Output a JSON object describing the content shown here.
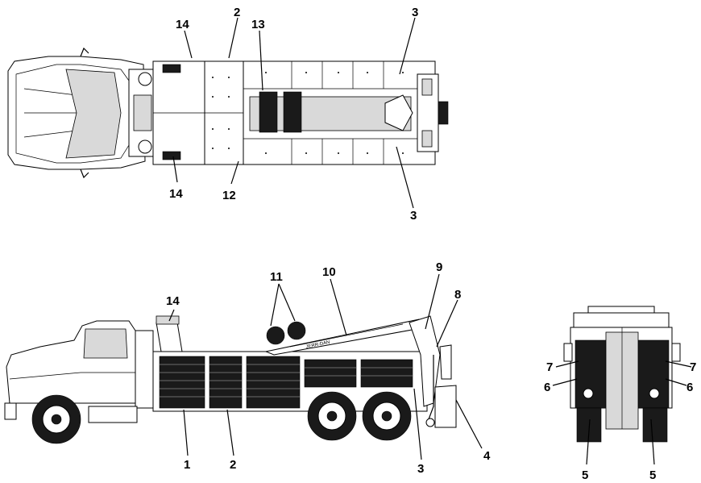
{
  "callouts": {
    "top_14_upper": "14",
    "top_2": "2",
    "top_13": "13",
    "top_3_upper": "3",
    "top_14_lower": "14",
    "top_12": "12",
    "top_3_lower": "3",
    "side_14": "14",
    "side_11": "11",
    "side_10": "10",
    "side_9": "9",
    "side_8": "8",
    "side_1": "1",
    "side_2": "2",
    "side_3": "3",
    "side_4": "4",
    "rear_7_left": "7",
    "rear_7_right": "7",
    "rear_6_left": "6",
    "rear_6_right": "6",
    "rear_5_left": "5",
    "rear_5_right": "5"
  },
  "brand_text": "JERR-DAN"
}
